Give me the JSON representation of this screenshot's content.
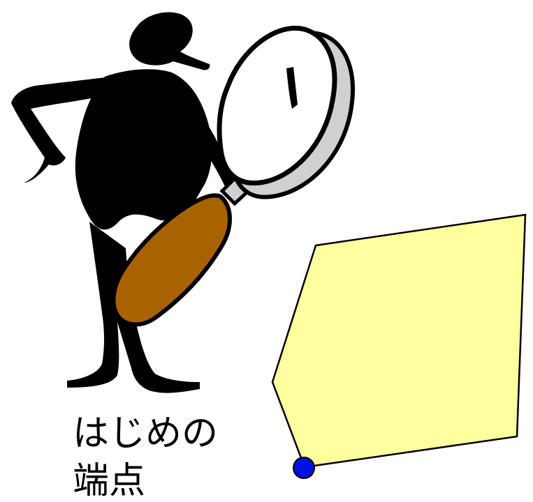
{
  "caption": {
    "line1": "はじめの",
    "line2": "端点"
  },
  "colors": {
    "background": "#ffffff",
    "polygon_fill": "#ffffa0",
    "polygon_stroke": "#000000",
    "endpoint_fill": "#0010e0",
    "handle_fill": "#a86200",
    "lens_rim": "#d0d0d0",
    "figure": "#000000"
  },
  "icons": {
    "figure": "magnifying-glass-inspector-clipart",
    "endpoint": "start-endpoint-dot"
  }
}
